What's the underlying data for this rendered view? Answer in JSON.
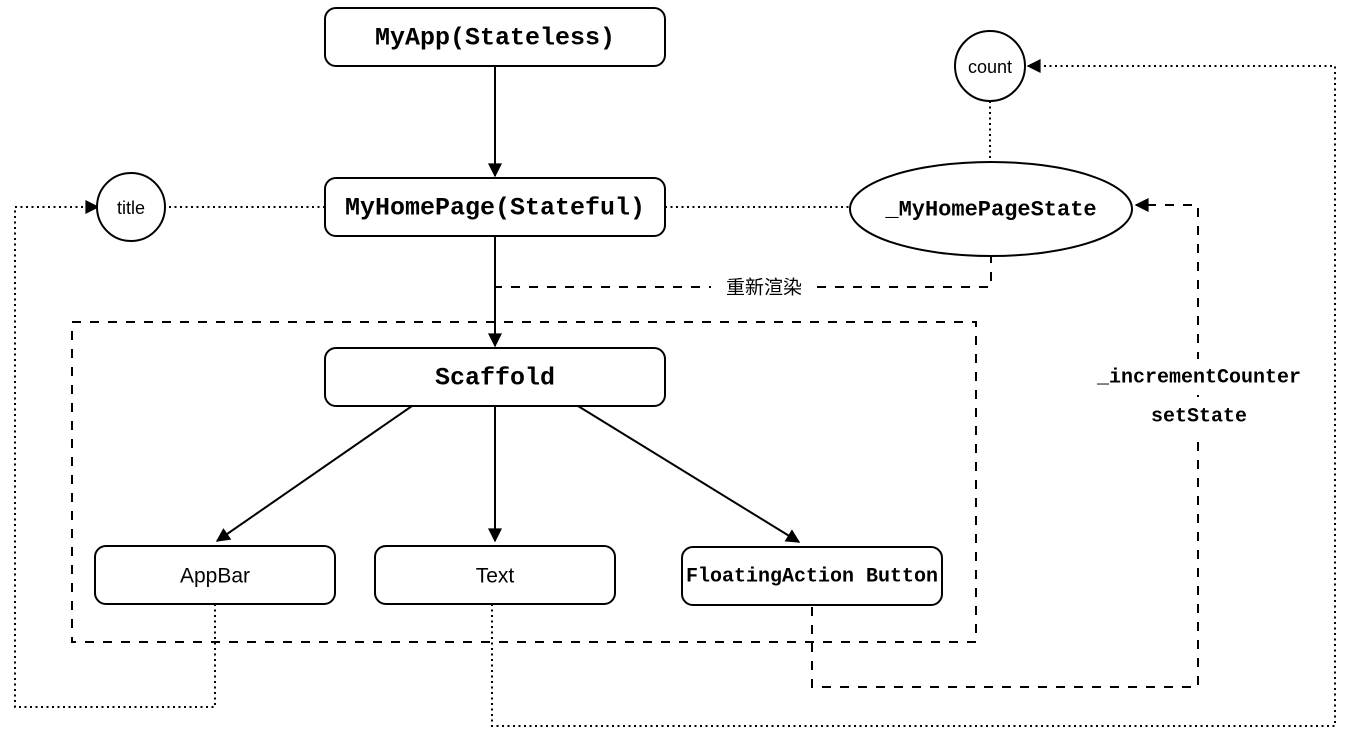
{
  "diagram": {
    "colors": {
      "stroke": "#000000",
      "background": "#ffffff"
    },
    "nodes": {
      "myapp": {
        "label": "MyApp(Stateless)",
        "type": "rounded-box"
      },
      "myhomepage": {
        "label": "MyHomePage(Stateful)",
        "type": "rounded-box"
      },
      "scaffold": {
        "label": "Scaffold",
        "type": "rounded-box"
      },
      "appbar": {
        "label": "AppBar",
        "type": "rounded-box"
      },
      "text": {
        "label": "Text",
        "type": "rounded-box"
      },
      "fab": {
        "label": "FloatingAction Button",
        "type": "rounded-box"
      },
      "title": {
        "label": "title",
        "type": "circle"
      },
      "count": {
        "label": "count",
        "type": "circle"
      },
      "state": {
        "label": "_MyHomePageState",
        "type": "ellipse"
      }
    },
    "edge_labels": {
      "rerender": "重新渲染",
      "increment_counter": "_incrementCounter",
      "set_state": "setState"
    }
  }
}
